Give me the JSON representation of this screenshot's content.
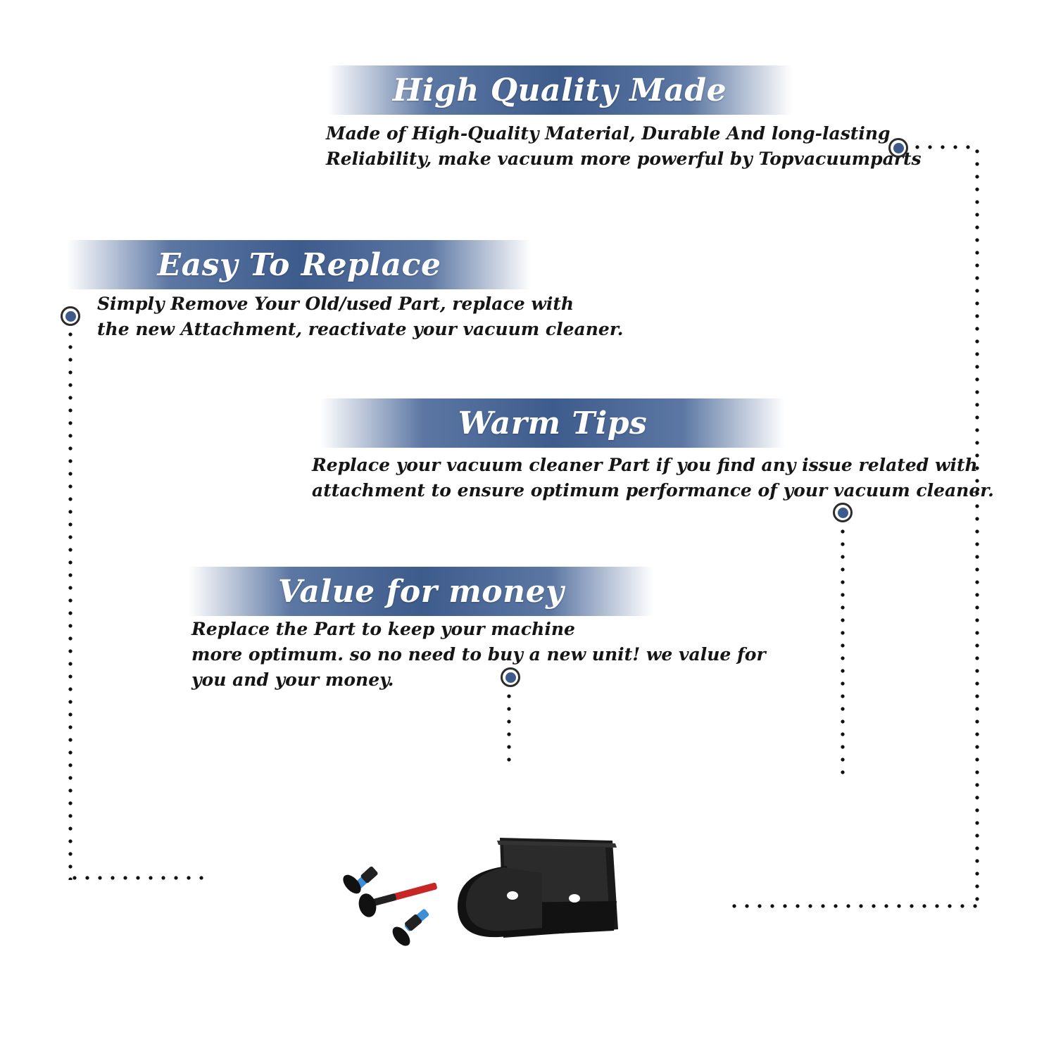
{
  "sections": [
    {
      "title": "High Quality Made",
      "lines": [
        "Made of  High-Quality Material, Durable And long-lasting",
        "Reliability, make vacuum more powerful by Topvacuumparts"
      ]
    },
    {
      "title": "Easy To Replace",
      "lines": [
        "Simply Remove Your Old/used Part, replace with",
        "the new Attachment, reactivate your vacuum cleaner."
      ]
    },
    {
      "title": "Warm Tips",
      "lines": [
        "Replace your vacuum cleaner Part if you find any issue related with",
        " attachment to ensure optimum performance of your vacuum cleaner."
      ]
    },
    {
      "title": "Value for money",
      "lines": [
        "Replace the Part to keep your machine",
        "more optimum. so no need to buy a new unit! we value for",
        "you and your money."
      ]
    }
  ],
  "colors": {
    "band": "#3d5b8c",
    "marker": "#3e5a8a",
    "text": "#151515"
  },
  "product": {
    "name": "bracket-with-screws",
    "screw_tips": [
      "#3a8fd6",
      "#d63a3a",
      "#3a8fd6"
    ]
  }
}
